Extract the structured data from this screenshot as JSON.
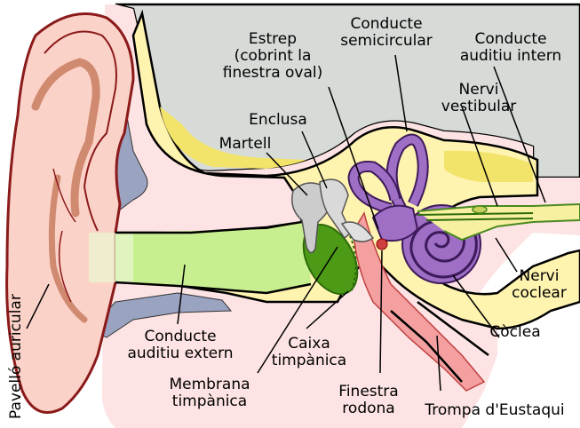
{
  "labels": {
    "estrep": [
      "Estrep",
      "(cobrint la",
      "finestra oval)"
    ],
    "conducte_semicircular": [
      "Conducte",
      "semicircular"
    ],
    "conducte_auditiu_intern": [
      "Conducte",
      "auditiu intern"
    ],
    "nervi_vestibular": [
      "Nervi",
      "vestibular"
    ],
    "enclusa": [
      "Enclusa"
    ],
    "martell": [
      "Martell"
    ],
    "nervi_coclear": [
      "Nervi",
      "coclear"
    ],
    "coclea": [
      "Còclea"
    ],
    "pavello_auricular": "Pavelló auricular",
    "conducte_auditiu_extern": [
      "Conducte",
      "auditiu extern"
    ],
    "caixa_timpanica": [
      "Caixa",
      "timpànica"
    ],
    "membrana_timpanica": [
      "Membrana",
      "timpànica"
    ],
    "finestra_rodona": [
      "Finestra",
      "rodona"
    ],
    "trompa_eustaqui": [
      "Trompa d'Eustaqui"
    ]
  },
  "colors": {
    "skin": "#fbd8d8",
    "ear_outline": "#8b1a1a",
    "cartilage": "#e0a08a",
    "bone": "#fff3b0",
    "bone_shadow": "#f2e36a",
    "brain": "#d7dbd8",
    "canal": "#c8ef8f",
    "eardrum": "#4c9a16",
    "labyrinth": "#9f6fc5",
    "labyrinth_edge": "#3d1a5c",
    "eustachian": "#f08080",
    "nerve": "#4a8a20",
    "ossicle": "#cccccc"
  }
}
